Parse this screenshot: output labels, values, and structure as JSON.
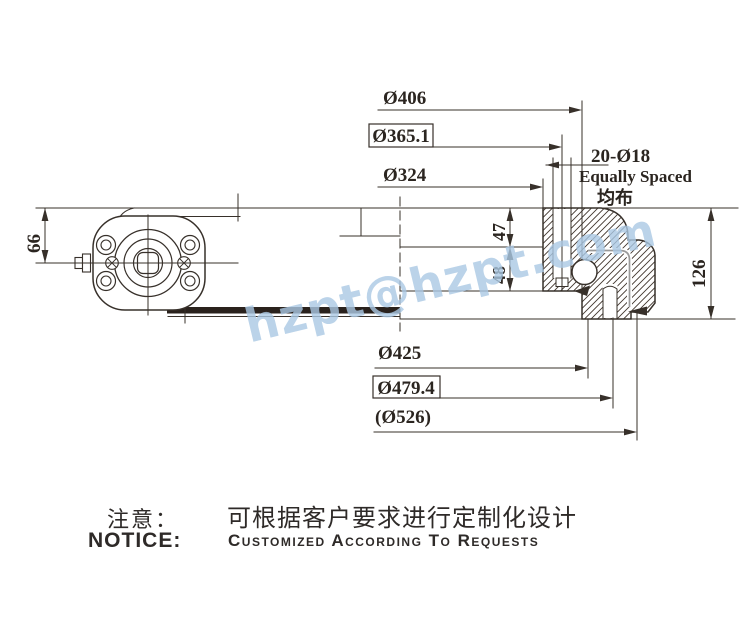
{
  "drawing": {
    "watermark": "hzpt@hzpt.com",
    "dims": {
      "d406": "Ø406",
      "d365": "Ø365.1",
      "d324": "Ø324",
      "d425": "Ø425",
      "d479": "Ø479.4",
      "d526": "(Ø526)",
      "d66": "66",
      "d47": "47",
      "d48": "48",
      "d126": "126",
      "bolt_pattern": "20-Ø18",
      "bolt_note_en": "Equally Spaced",
      "bolt_note_zh": "均布"
    }
  },
  "notice": {
    "zh_label": "注意：",
    "zh_text": "可根据客户要求进行定制化设计",
    "en_label": "NOTICE:",
    "en_text": "Customized According To Requests"
  },
  "colors": {
    "line": "#37302a",
    "text": "#2b2520",
    "watermark": "#abc9e4"
  }
}
